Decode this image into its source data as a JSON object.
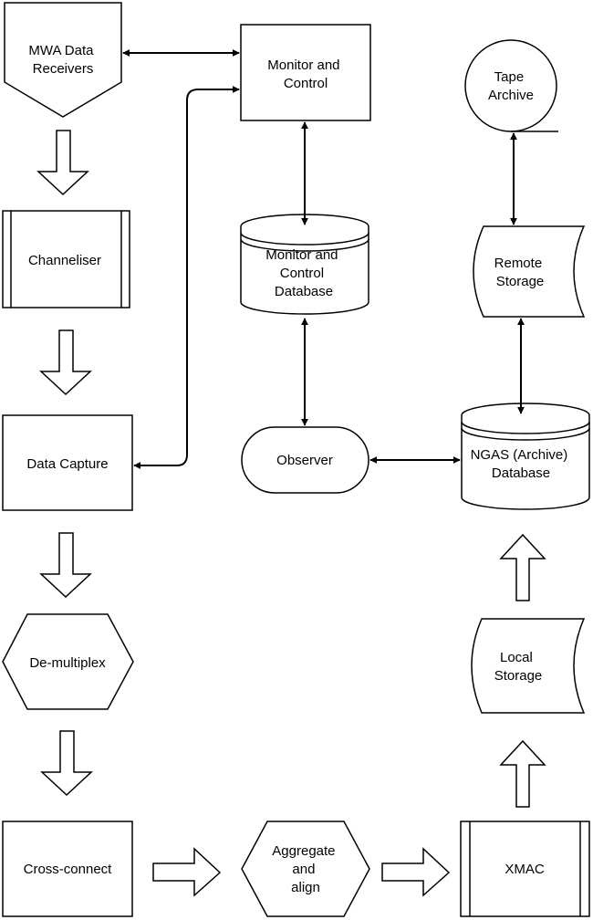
{
  "nodes": {
    "mwa_receivers": [
      "MWA Data",
      "Receivers"
    ],
    "monitor_control": [
      "Monitor and",
      "Control"
    ],
    "tape_archive": [
      "Tape",
      "Archive"
    ],
    "channeliser": [
      "Channeliser"
    ],
    "mc_database": [
      "Monitor and",
      "Control",
      "Database"
    ],
    "remote_storage": [
      "Remote",
      "Storage"
    ],
    "data_capture": [
      "Data Capture"
    ],
    "observer": [
      "Observer"
    ],
    "ngas_database": [
      "NGAS (Archive)",
      "Database"
    ],
    "demultiplex": [
      "De-multiplex"
    ],
    "local_storage": [
      "Local",
      "Storage"
    ],
    "cross_connect": [
      "Cross-connect"
    ],
    "aggregate_align": [
      "Aggregate",
      "and",
      "align"
    ],
    "xmac": [
      "XMAC"
    ]
  }
}
